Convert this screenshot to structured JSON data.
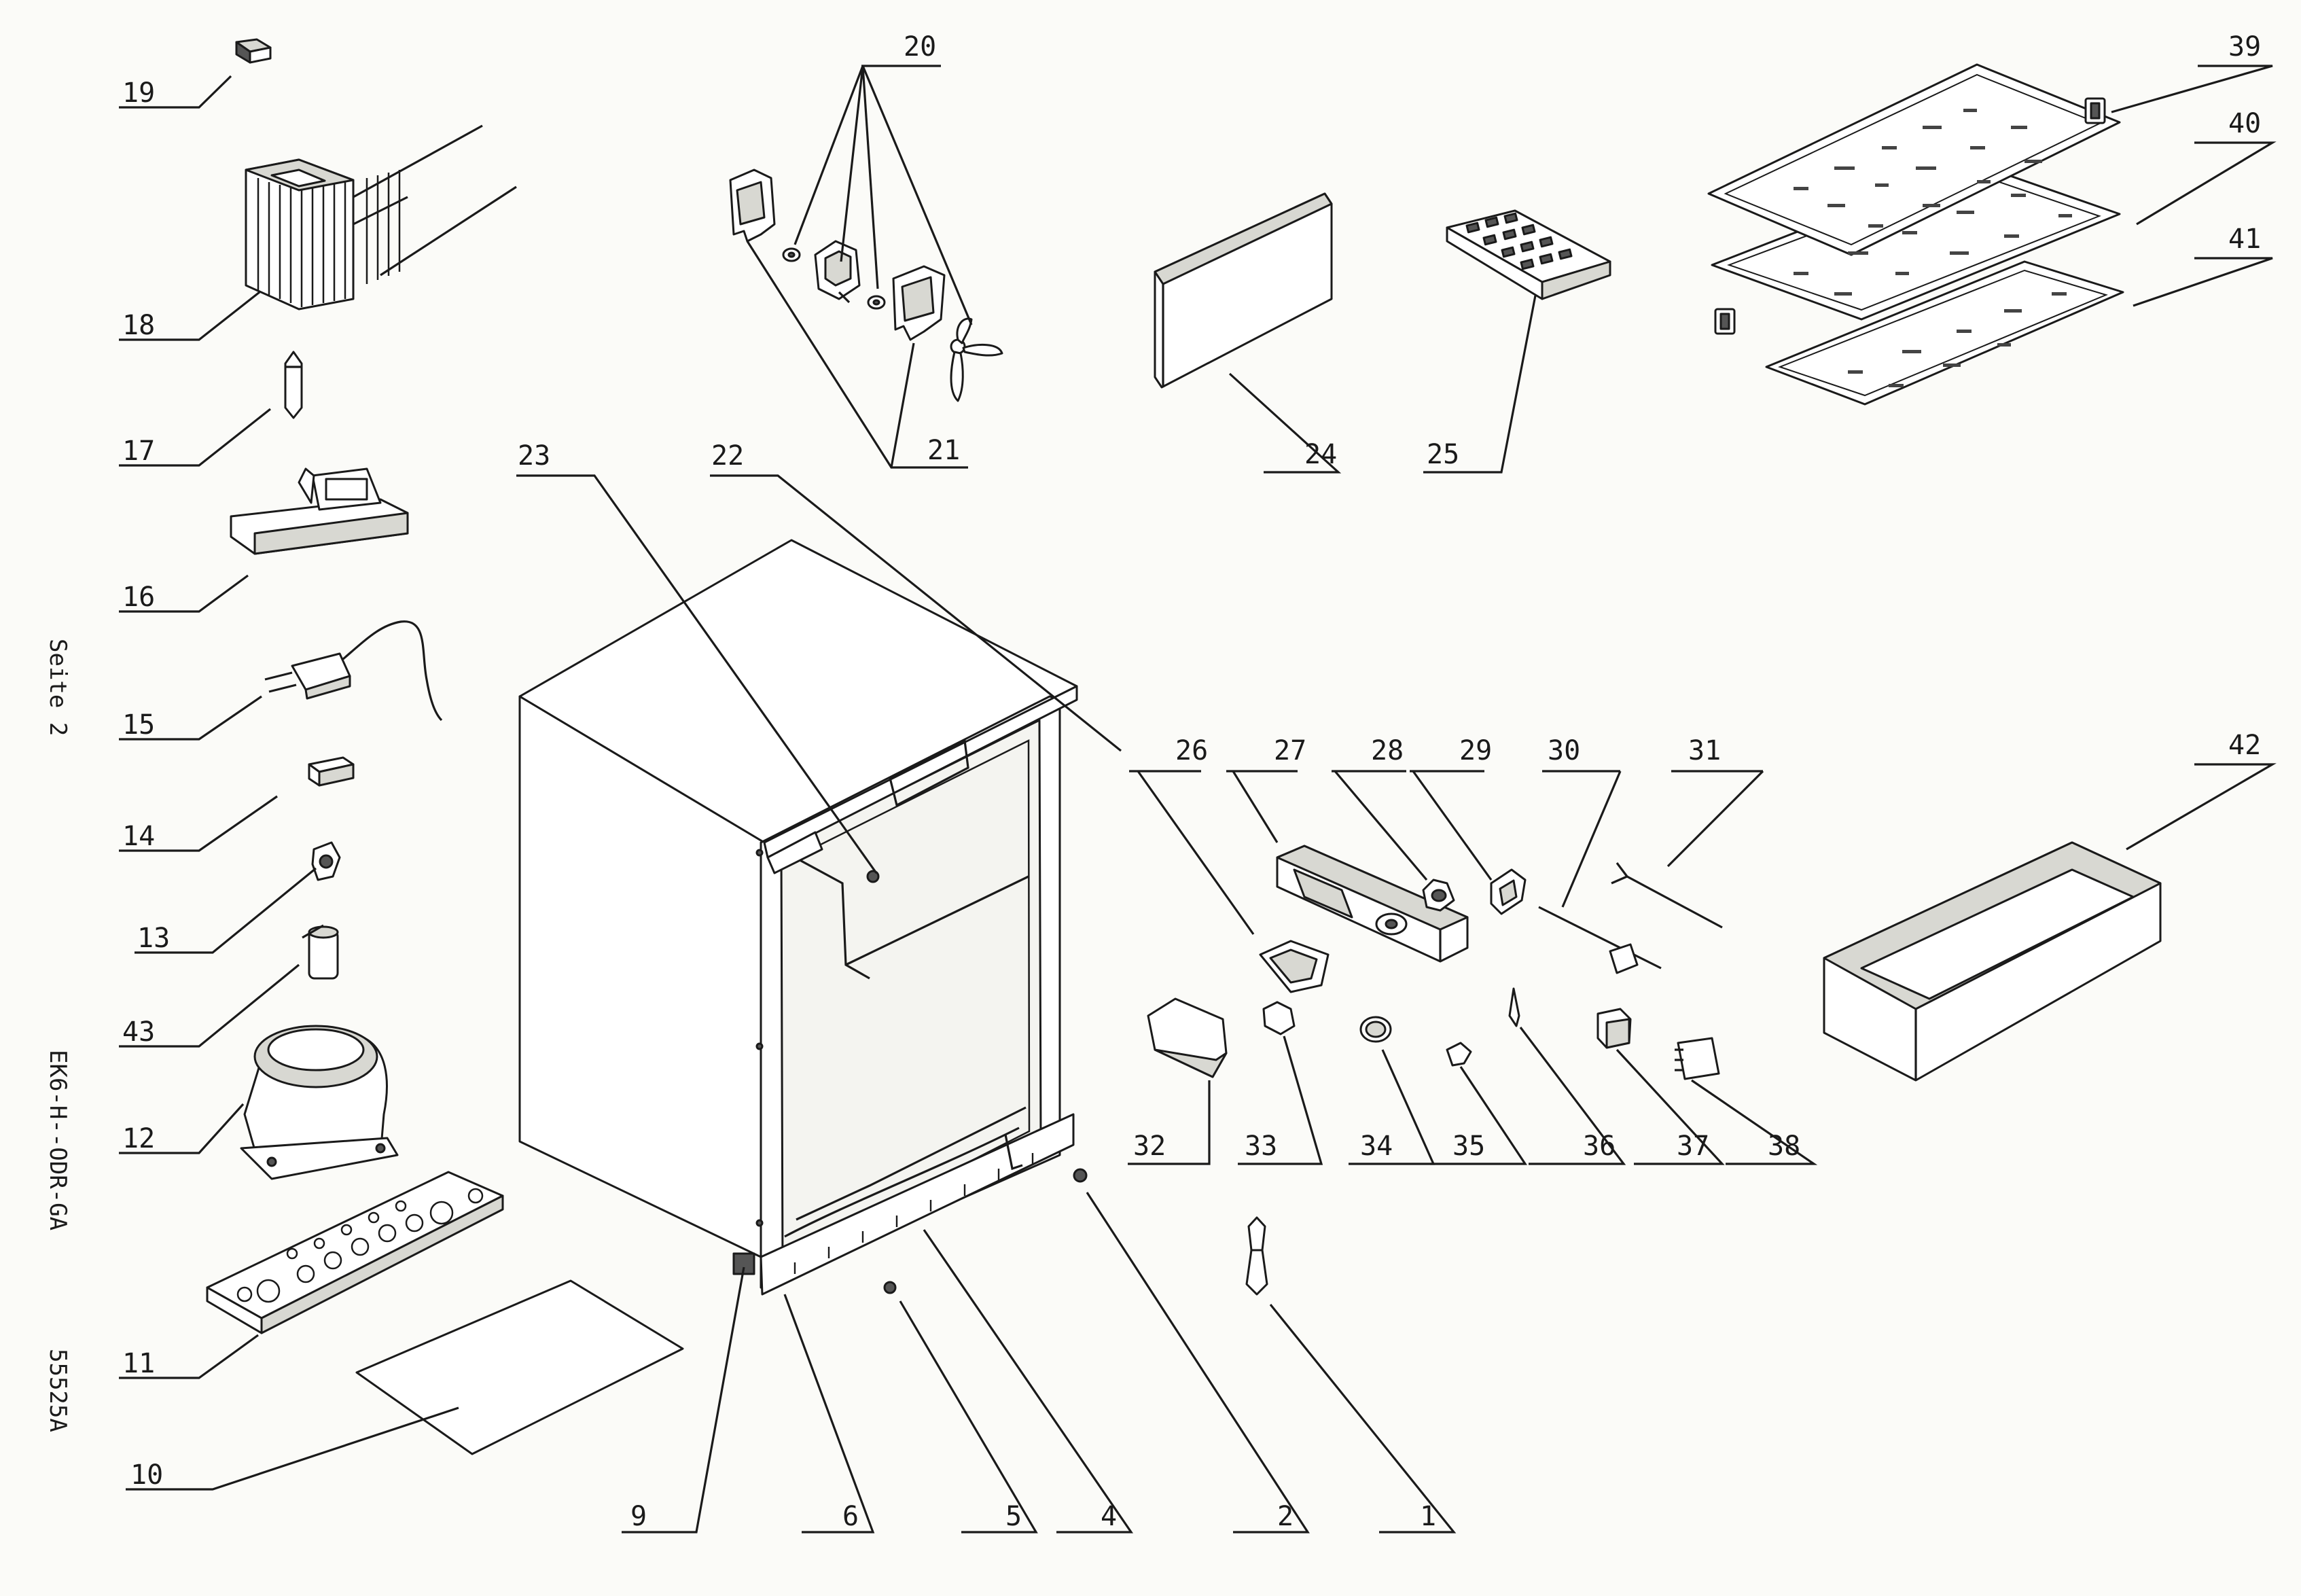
{
  "side_texts": {
    "page": "Seite 2",
    "model": "EK6-H--ODR-GA",
    "code": "55525A"
  },
  "part_numbers": {
    "p1": "1",
    "p2": "2",
    "p4": "4",
    "p5": "5",
    "p6": "6",
    "p9": "9",
    "p10": "10",
    "p11": "11",
    "p12": "12",
    "p13": "13",
    "p14": "14",
    "p15": "15",
    "p16": "16",
    "p17": "17",
    "p18": "18",
    "p19": "19",
    "p20": "20",
    "p21": "21",
    "p22": "22",
    "p23": "23",
    "p24": "24",
    "p25": "25",
    "p26": "26",
    "p27": "27",
    "p28": "28",
    "p29": "29",
    "p30": "30",
    "p31": "31",
    "p32": "32",
    "p33": "33",
    "p34": "34",
    "p35": "35",
    "p36": "36",
    "p37": "37",
    "p38": "38",
    "p39": "39",
    "p40": "40",
    "p41": "41",
    "p42": "42",
    "p43": "43"
  }
}
